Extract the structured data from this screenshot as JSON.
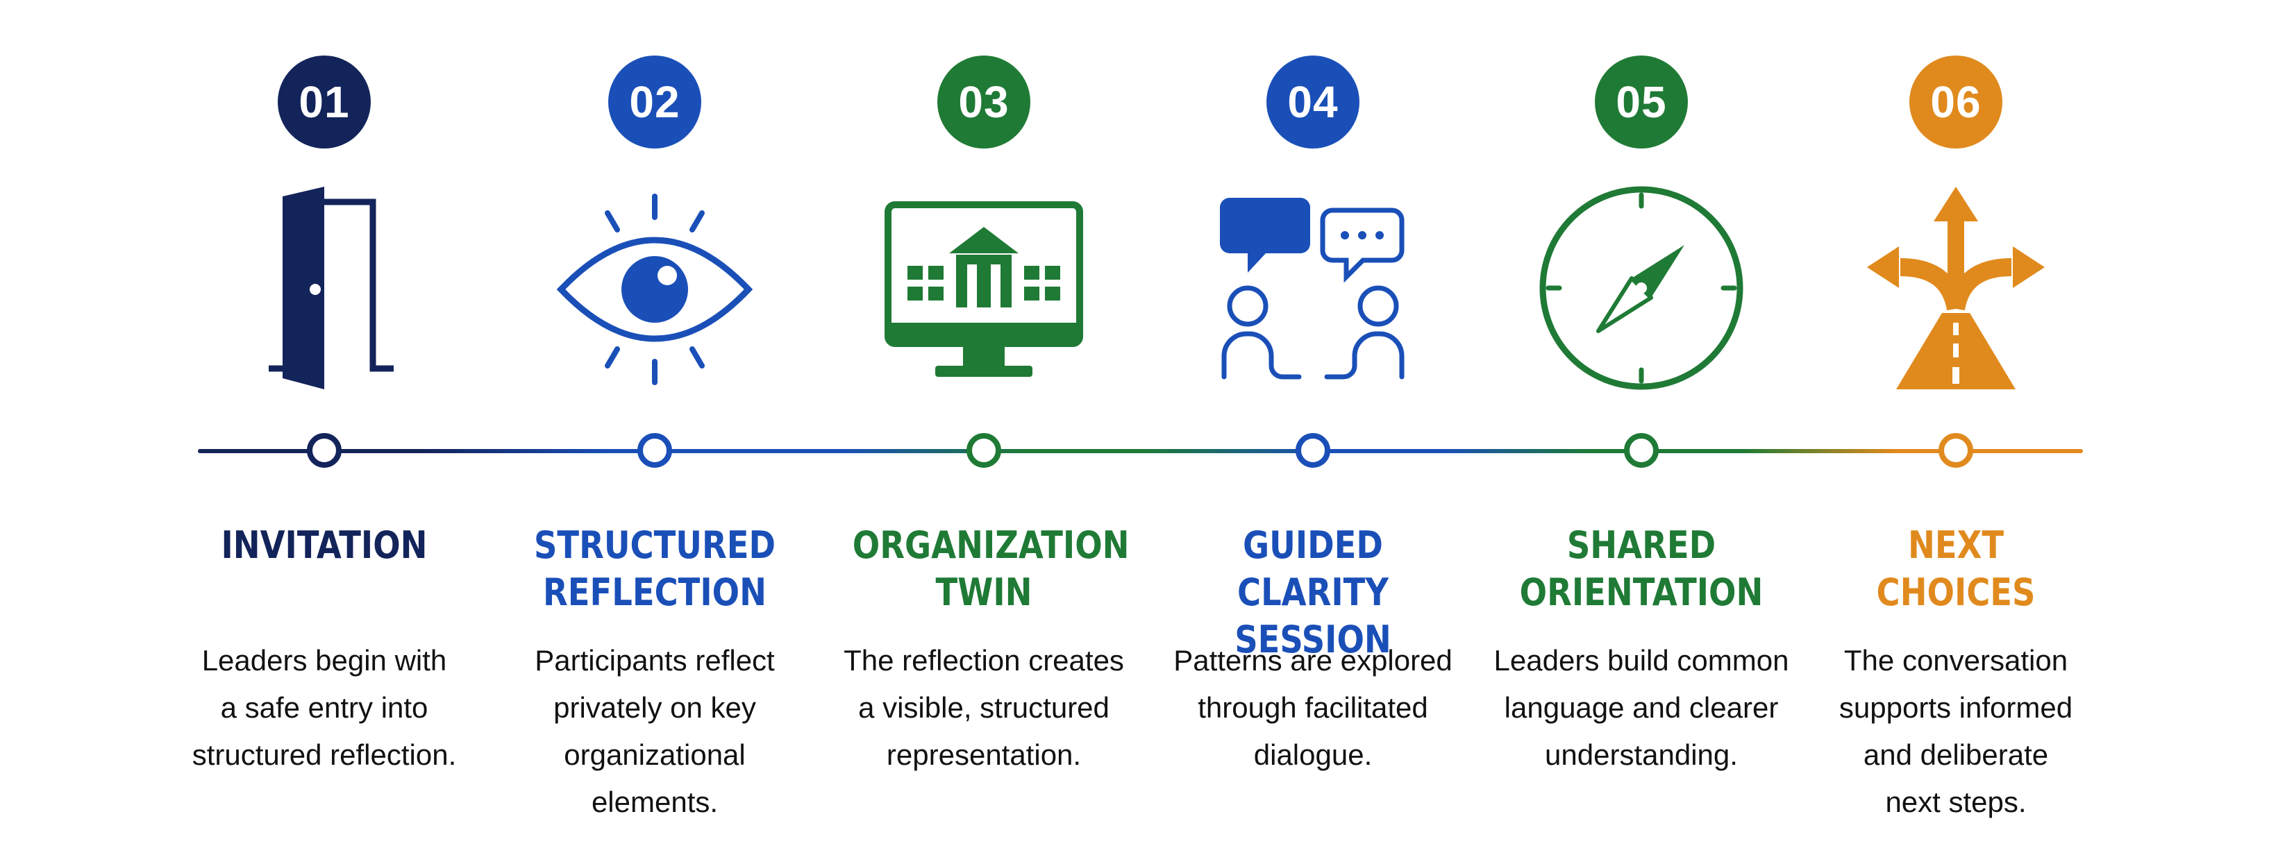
{
  "colors": {
    "navy": "#13245a",
    "blue": "#1a4fb8",
    "green": "#1f7a35",
    "orange": "#e08a1e",
    "text": "#111111"
  },
  "steps": [
    {
      "number": "01",
      "title": "INVITATION",
      "description": "Leaders begin with\na safe entry into\nstructured reflection.",
      "icon": "door-icon",
      "color": "#13245a"
    },
    {
      "number": "02",
      "title": "STRUCTURED\nREFLECTION",
      "description": "Participants reflect\nprivately on key\norganizational\nelements.",
      "icon": "eye-icon",
      "color": "#1a4fb8"
    },
    {
      "number": "03",
      "title": "ORGANIZATION\nTWIN",
      "description": "The reflection creates\na visible, structured\nrepresentation.",
      "icon": "monitor-building-icon",
      "color": "#1f7a35"
    },
    {
      "number": "04",
      "title": "GUIDED CLARITY\nSESSION",
      "description": "Patterns are explored\nthrough facilitated\ndialogue.",
      "icon": "conversation-icon",
      "color": "#1a4fb8"
    },
    {
      "number": "05",
      "title": "SHARED\nORIENTATION",
      "description": "Leaders build common\nlanguage and clearer\nunderstanding.",
      "icon": "compass-icon",
      "color": "#1f7a35"
    },
    {
      "number": "06",
      "title": "NEXT CHOICES",
      "description": "The conversation\nsupports informed\nand deliberate\nnext steps.",
      "icon": "branching-arrows-icon",
      "color": "#e08a1e"
    }
  ]
}
